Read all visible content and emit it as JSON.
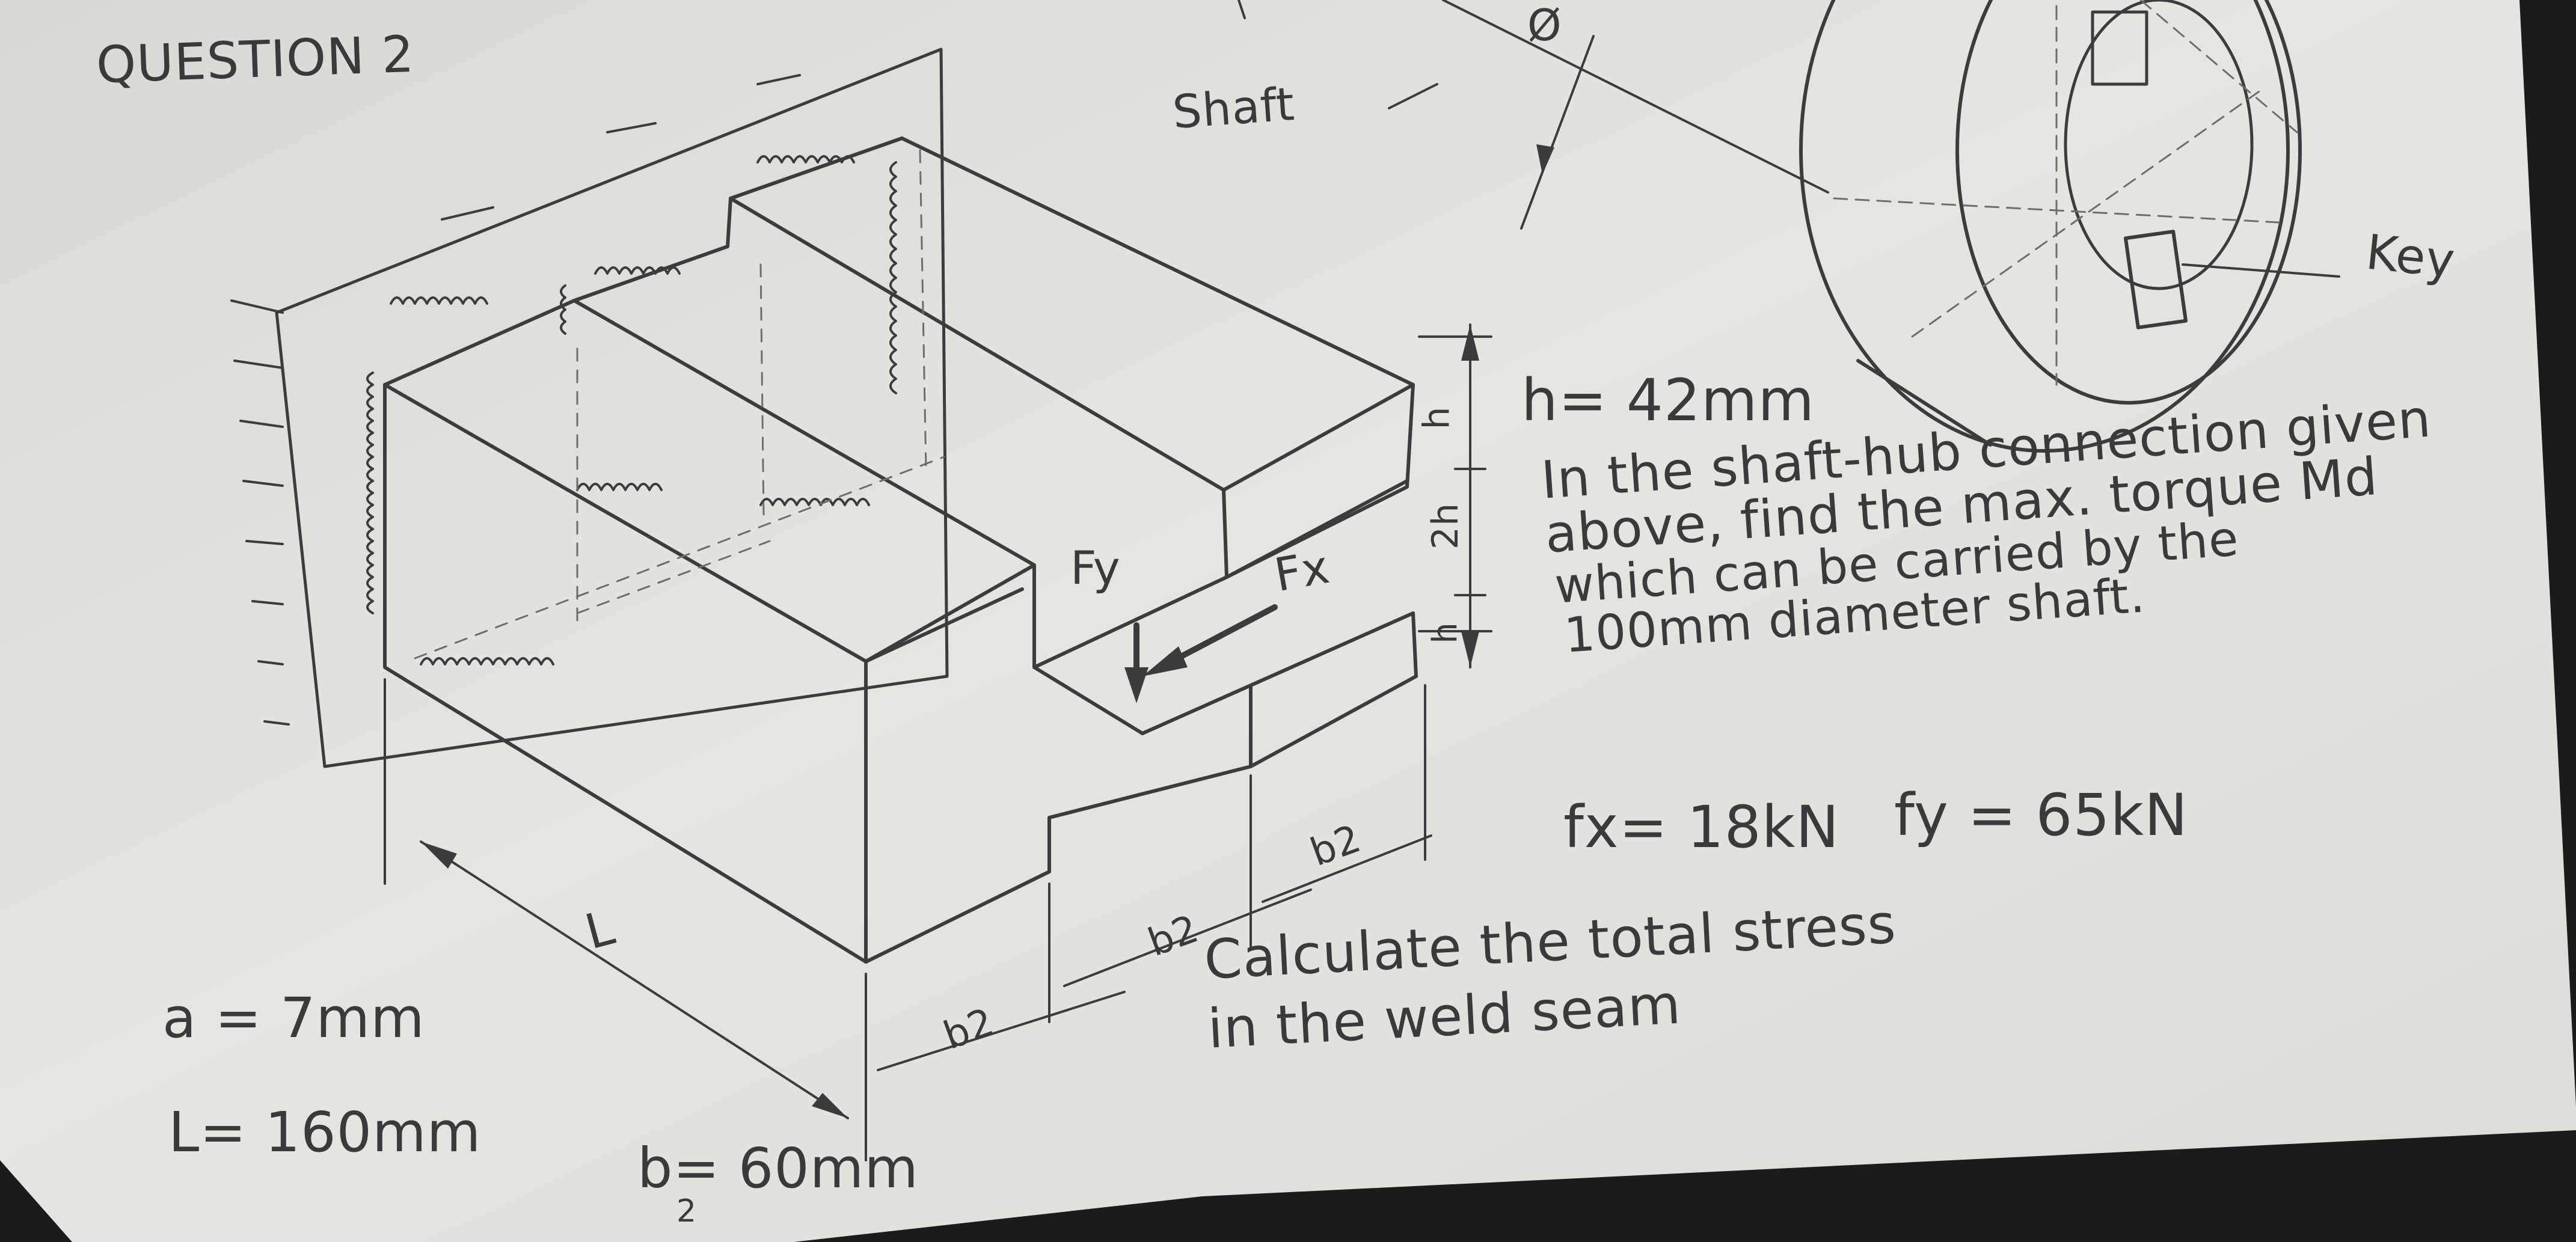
{
  "question": {
    "title": "QUESTION 2"
  },
  "shaft_hub": {
    "shaft_label": "Shaft",
    "diameter_symbol": "Ø",
    "key_label": "Key"
  },
  "bracket_labels": {
    "fy": "Fy",
    "fx": "Fx",
    "length": "L",
    "h": "h",
    "two_h": "2h",
    "b2_a": "b2",
    "b2_b": "b2",
    "b2_c": "b2"
  },
  "given": {
    "h": "h= 42mm",
    "a": "a = 7mm",
    "L": "L= 160mm",
    "b": "b= 60mm",
    "b_half": "2",
    "forces": {
      "fx": "fx= 18kN",
      "fy": "fy = 65kN"
    }
  },
  "problem_1": [
    "In the shaft-hub connection given",
    "above, find the max. torque Md",
    "which can be carried by the",
    "100mm diameter shaft."
  ],
  "problem_2": [
    "Calculate the total stress",
    "in the weld seam"
  ]
}
